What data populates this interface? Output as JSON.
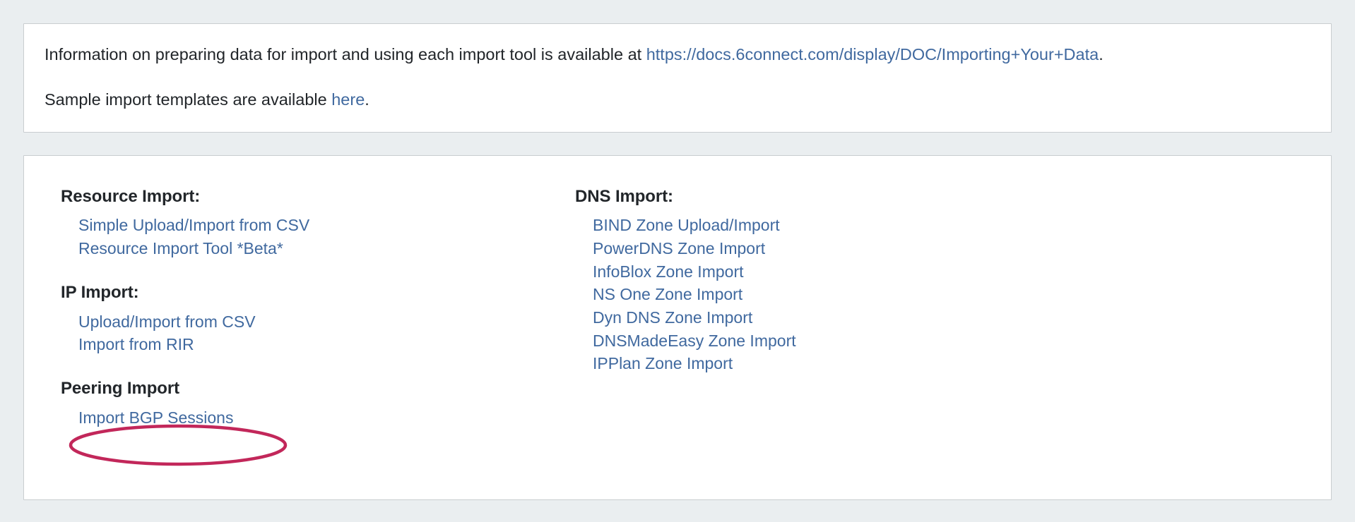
{
  "info": {
    "line1_before": "Information on preparing data for import and using each import tool is available at ",
    "line1_link": "https://docs.6connect.com/display/DOC/Importing+Your+Data",
    "line1_after": ".",
    "line2_before": "Sample import templates are available ",
    "line2_link": "here",
    "line2_after": "."
  },
  "colors": {
    "link": "#40699f",
    "annotation": "#c2275a",
    "page_background": "#eaeef0",
    "panel_background": "#ffffff",
    "panel_border": "#c9cdd0",
    "heading_text": "#22262a"
  },
  "left_column": {
    "groups": [
      {
        "title": "Resource Import:",
        "links": [
          "Simple Upload/Import from CSV",
          "Resource Import Tool *Beta*"
        ]
      },
      {
        "title": "IP Import:",
        "links": [
          "Upload/Import from CSV",
          "Import from RIR"
        ]
      },
      {
        "title": "Peering Import",
        "links": [
          "Import BGP Sessions"
        ]
      }
    ]
  },
  "right_column": {
    "groups": [
      {
        "title": "DNS Import:",
        "links": [
          "BIND Zone Upload/Import",
          "PowerDNS Zone Import",
          "InfoBlox Zone Import",
          "NS One Zone Import",
          "Dyn DNS Zone Import",
          "DNSMadeEasy Zone Import",
          "IPPlan Zone Import"
        ]
      }
    ]
  },
  "annotation": {
    "shape": "ellipse",
    "target": "Import BGP Sessions"
  }
}
